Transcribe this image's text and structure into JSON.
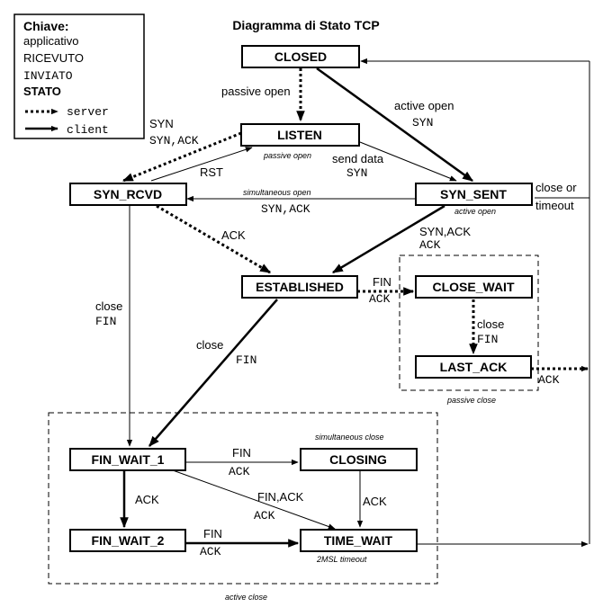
{
  "title": "Diagramma di Stato TCP",
  "legend": {
    "heading": "Chiave:",
    "applicativo": "applicativo",
    "ricevuto": "RICEVUTO",
    "inviato": "INVIATO",
    "stato": "STATO",
    "server": "server",
    "client": "client"
  },
  "states": {
    "closed": "CLOSED",
    "listen": "LISTEN",
    "syn_rcvd": "SYN_RCVD",
    "syn_sent": "SYN_SENT",
    "established": "ESTABLISHED",
    "close_wait": "CLOSE_WAIT",
    "last_ack": "LAST_ACK",
    "fin_wait_1": "FIN_WAIT_1",
    "fin_wait_2": "FIN_WAIT_2",
    "closing": "CLOSING",
    "time_wait": "TIME_WAIT"
  },
  "labels": {
    "passive_open": "passive open",
    "active_open": "active open",
    "active_open_syn": "SYN",
    "syn_rcvd_syn": "SYN",
    "syn_rcvd_synack": "SYN,ACK",
    "rst": "RST",
    "send_data": "send data",
    "send_data_syn": "SYN",
    "passive_open_note": "passive open",
    "simultaneous_open": "simultaneous open",
    "simultaneous_open_synack": "SYN,ACK",
    "active_open_note": "active open",
    "close_or": "close or",
    "timeout": "timeout",
    "ack_syn_rcvd": "ACK",
    "synack_recv": "SYN,ACK",
    "synack_ack": "ACK",
    "fin_to_close_wait": "FIN",
    "ack_to_close_wait": "ACK",
    "close_cw": "close",
    "fin_cw": "FIN",
    "ack_last": "ACK",
    "passive_close": "passive close",
    "close_synrcvd": "close",
    "fin_synrcvd": "FIN",
    "close_est": "close",
    "fin_est": "FIN",
    "simultaneous_close": "simultaneous close",
    "fin_fw1": "FIN",
    "ack_fw1": "ACK",
    "ack_fw1_fw2": "ACK",
    "finack": "FIN,ACK",
    "finack_ack": "ACK",
    "ack_closing": "ACK",
    "fin_fw2": "FIN",
    "ack_fw2": "ACK",
    "msl_timeout": "2MSL timeout",
    "active_close": "active close"
  }
}
